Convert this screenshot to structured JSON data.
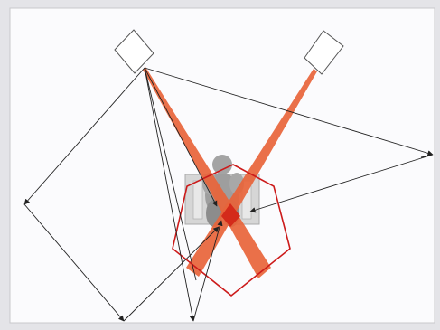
{
  "diagram": {
    "colors": {
      "frame": "#e4e4e8",
      "panel": "#fbfbfd",
      "panel_border": "#c8c8cc",
      "speaker_fill": "#ffffff",
      "speaker_stroke": "#555555",
      "ray": "#222222",
      "beam": "#e8643a",
      "beam_overlap": "#d42a1a",
      "hexagon": "#cc1a1a",
      "chair": "#d6d6d6",
      "chair_stroke": "#aaaaaa",
      "listener": "#9e9e9e"
    },
    "elements": {
      "left_speaker": "speaker",
      "right_speaker": "speaker",
      "listener": "listener",
      "listening_zone": "hexagon",
      "direct_beams": "sound-beams",
      "reflections": "reflection-rays"
    }
  }
}
